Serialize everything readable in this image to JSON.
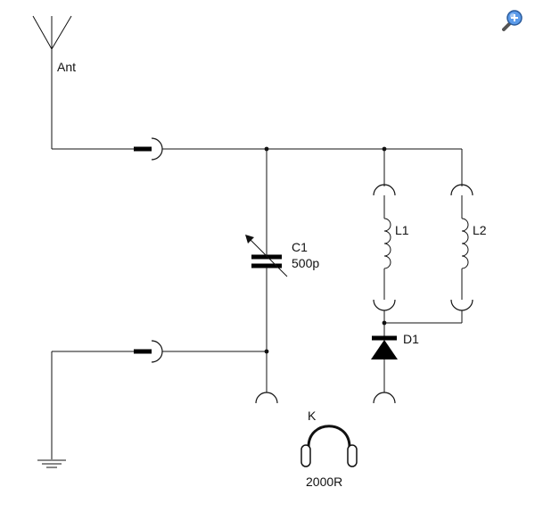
{
  "components": {
    "antenna": {
      "label": "Ant"
    },
    "capacitor": {
      "ref": "C1",
      "value": "500p"
    },
    "inductor1": {
      "ref": "L1"
    },
    "inductor2": {
      "ref": "L2"
    },
    "diode": {
      "ref": "D1"
    },
    "headphones": {
      "ref": "K",
      "value": "2000R"
    }
  },
  "toolbar": {
    "zoom_icon": "zoom-in-magnifier-icon"
  },
  "colors": {
    "wire": "#111111",
    "zoom_accent": "#3a78c8"
  }
}
